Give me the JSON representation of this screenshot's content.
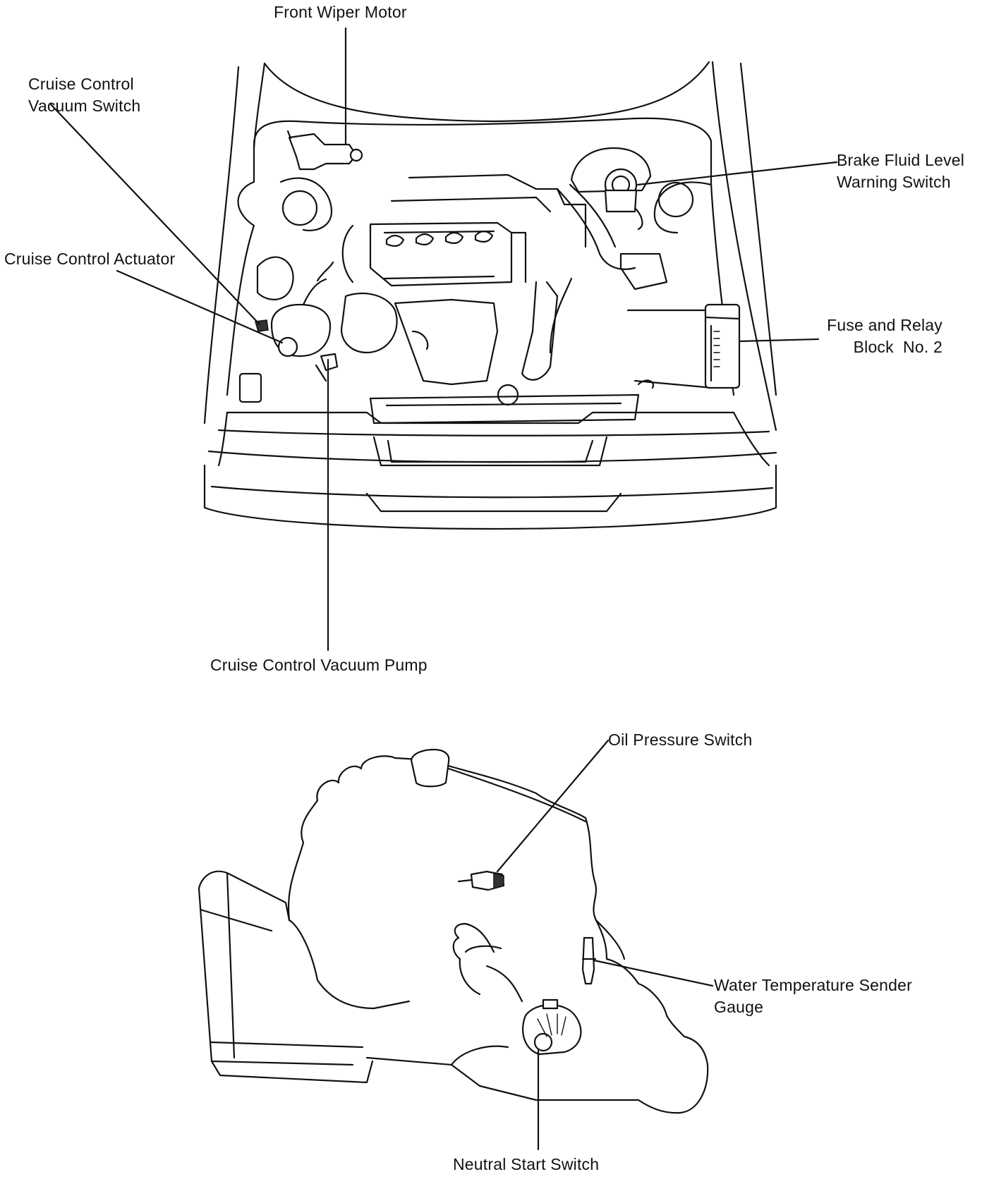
{
  "labels": {
    "front_wiper_motor": "Front Wiper Motor",
    "cruise_control_vacuum_switch": [
      "Cruise Control",
      "Vacuum Switch"
    ],
    "brake_fluid_level_warning_switch": [
      "Brake Fluid Level",
      "Warning Switch"
    ],
    "cruise_control_actuator": "Cruise Control Actuator",
    "fuse_and_relay_block": [
      "Fuse and Relay",
      "Block  No. 2"
    ],
    "cruise_control_vacuum_pump": "Cruise Control Vacuum Pump",
    "oil_pressure_switch": "Oil Pressure Switch",
    "water_temperature_sender_gauge": [
      "Water Temperature Sender",
      "Gauge"
    ],
    "neutral_start_switch": "Neutral Start Switch"
  }
}
